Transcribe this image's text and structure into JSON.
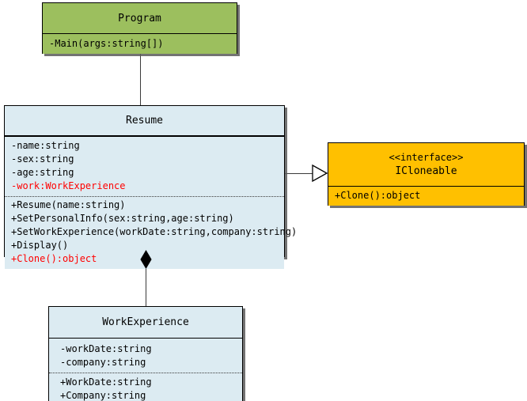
{
  "diagram": {
    "type": "uml-class-diagram",
    "title": "Prototype pattern Resume class diagram",
    "background": "#ffffff",
    "colors": {
      "program_fill": "#9cbf5e",
      "class_fill": "#dcebf2",
      "interface_fill": "#ffc000",
      "border": "#000000",
      "line": "#3a3a3a",
      "highlight_text": "#ff0000",
      "normal_text": "#000000"
    }
  },
  "classes": {
    "program": {
      "name": "Program",
      "stereotype": "",
      "attributes": [],
      "methods": [
        {
          "text": "-Main(args:string[])",
          "highlight": false
        }
      ]
    },
    "resume": {
      "name": "Resume",
      "stereotype": "",
      "attributes": [
        {
          "text": "-name:string",
          "highlight": false
        },
        {
          "text": "-sex:string",
          "highlight": false
        },
        {
          "text": "-age:string",
          "highlight": false
        },
        {
          "text": "-work:WorkExperience",
          "highlight": true
        }
      ],
      "methods": [
        {
          "text": "+Resume(name:string)",
          "highlight": false
        },
        {
          "text": "+SetPersonalInfo(sex:string,age:string)",
          "highlight": false
        },
        {
          "text": "+SetWorkExperience(workDate:string,company:string)",
          "highlight": false
        },
        {
          "text": "+Display()",
          "highlight": false
        },
        {
          "text": "+Clone():object",
          "highlight": true
        }
      ]
    },
    "icloneable": {
      "name": "ICloneable",
      "stereotype": "<<interface>>",
      "attributes": [],
      "methods": [
        {
          "text": "+Clone():object",
          "highlight": false
        }
      ]
    },
    "workexperience": {
      "name": "WorkExperience",
      "stereotype": "",
      "attributes": [
        {
          "text": "-workDate:string",
          "highlight": false
        },
        {
          "text": "-company:string",
          "highlight": false
        }
      ],
      "methods": [
        {
          "text": "+WorkDate:string",
          "highlight": false
        },
        {
          "text": "+Company:string",
          "highlight": false
        }
      ]
    }
  },
  "relationships": [
    {
      "id": "program-resume",
      "kind": "association",
      "from": "Program",
      "to": "Resume",
      "endpoint_marker": "none"
    },
    {
      "id": "resume-icloneable",
      "kind": "realization",
      "from": "Resume",
      "to": "ICloneable",
      "endpoint_marker": "hollow-triangle"
    },
    {
      "id": "resume-workexperience",
      "kind": "composition",
      "from": "WorkExperience",
      "to": "Resume",
      "endpoint_marker": "filled-diamond"
    }
  ]
}
